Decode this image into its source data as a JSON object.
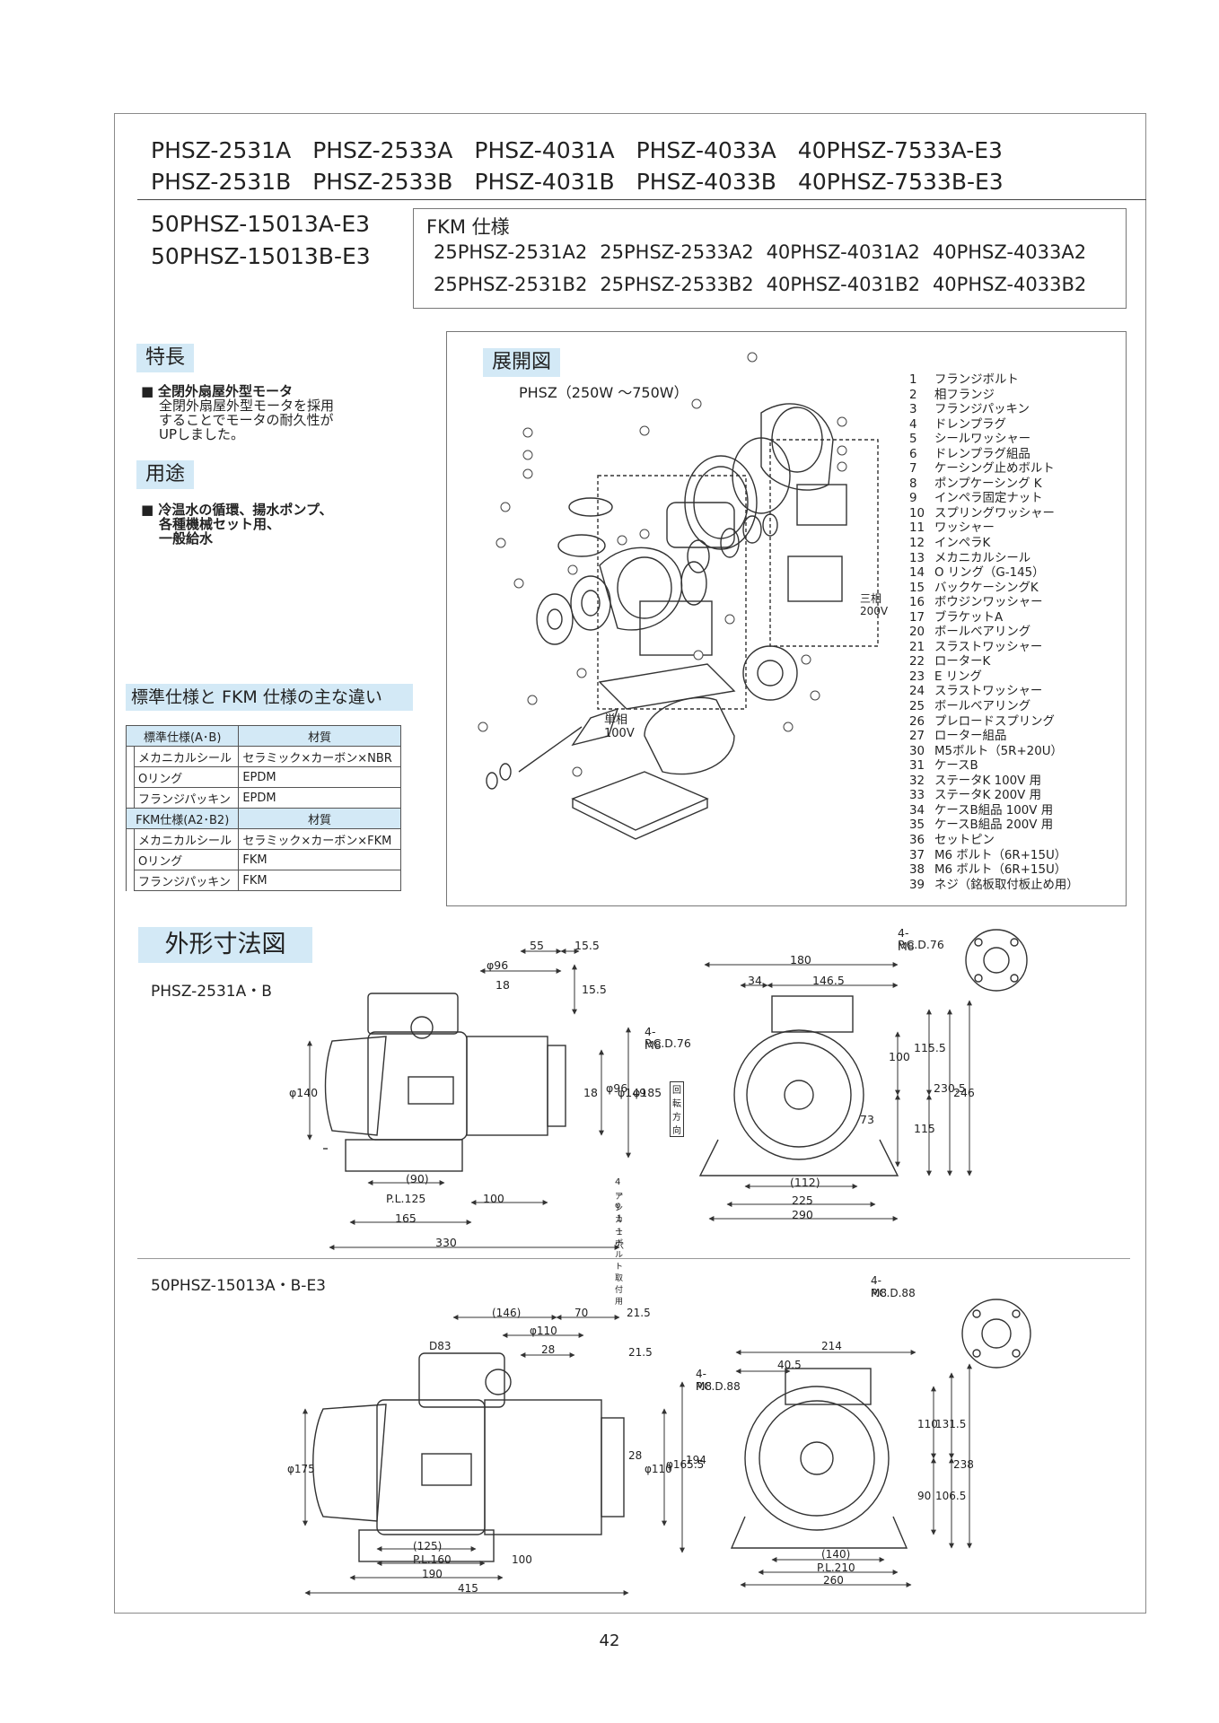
{
  "header": {
    "models_row1": [
      "PHSZ-2531A",
      "PHSZ-2533A",
      "PHSZ-4031A",
      "PHSZ-4033A",
      "40PHSZ-7533A-E3"
    ],
    "models_row2": [
      "PHSZ-2531B",
      "PHSZ-2533B",
      "PHSZ-4031B",
      "PHSZ-4033B",
      "40PHSZ-7533B-E3"
    ],
    "model_50a": "50PHSZ-15013A-E3",
    "model_50b": "50PHSZ-15013B-E3",
    "fkm_title": "FKM 仕様",
    "fkm_row1": [
      "25PHSZ-2531A2",
      "25PHSZ-2533A2",
      "40PHSZ-4031A2",
      "40PHSZ-4033A2"
    ],
    "fkm_row2": [
      "25PHSZ-2531B2",
      "25PHSZ-2533B2",
      "40PHSZ-4031B2",
      "40PHSZ-4033B2"
    ]
  },
  "features": {
    "tag": "特長",
    "bullet": "■",
    "title": "全閉外扇屋外型モータ",
    "lines": [
      "全閉外扇屋外型モータを採用",
      "することでモータの耐久性が",
      "UPしました。"
    ]
  },
  "usage": {
    "tag": "用途",
    "bullet": "■",
    "lines": [
      "冷温水の循環、揚水ポンプ、",
      "各種機械セット用、",
      "一般給水"
    ]
  },
  "diff": {
    "title": "標準仕様と FKM 仕様の主な違い",
    "std_header": "標準仕様(A･B)",
    "fkm_header": "FKM仕様(A2･B2)",
    "material_header": "材質",
    "std_rows": [
      {
        "part": "メカニカルシール",
        "material": "セラミック×カーボン×NBR"
      },
      {
        "part": "Oリング",
        "material": "EPDM"
      },
      {
        "part": "フランジパッキン",
        "material": "EPDM"
      }
    ],
    "fkm_rows": [
      {
        "part": "メカニカルシール",
        "material": "セラミック×カーボン×FKM"
      },
      {
        "part": "Oリング",
        "material": "FKM"
      },
      {
        "part": "フランジパッキン",
        "material": "FKM"
      }
    ]
  },
  "exploded": {
    "tag": "展開図",
    "subtitle": "PHSZ（250W ～750W）",
    "label_single": [
      "単相",
      "100V"
    ],
    "label_three": [
      "三相",
      "200V"
    ],
    "parts": [
      [
        "1",
        "フランジボルト"
      ],
      [
        "2",
        "相フランジ"
      ],
      [
        "3",
        "フランジパッキン"
      ],
      [
        "4",
        "ドレンプラグ"
      ],
      [
        "5",
        "シールワッシャー"
      ],
      [
        "6",
        "ドレンプラグ組品"
      ],
      [
        "7",
        "ケーシング止めボルト"
      ],
      [
        "8",
        "ポンプケーシング K"
      ],
      [
        "9",
        "インペラ固定ナット"
      ],
      [
        "10",
        "スプリングワッシャー"
      ],
      [
        "11",
        "ワッシャー"
      ],
      [
        "12",
        "インペラK"
      ],
      [
        "13",
        "メカニカルシール"
      ],
      [
        "14",
        "O リング（G-145）"
      ],
      [
        "15",
        "バックケーシングK"
      ],
      [
        "16",
        "ボウジンワッシャー"
      ],
      [
        "17",
        "ブラケットA"
      ],
      [
        "20",
        "ボールベアリング"
      ],
      [
        "21",
        "スラストワッシャー"
      ],
      [
        "22",
        "ローターK"
      ],
      [
        "23",
        "E リング"
      ],
      [
        "24",
        "スラストワッシャー"
      ],
      [
        "25",
        "ボールベアリング"
      ],
      [
        "26",
        "プレロードスプリング"
      ],
      [
        "27",
        "ローター組品"
      ],
      [
        "30",
        "M5ボルト（5R+20U）"
      ],
      [
        "31",
        "ケースB"
      ],
      [
        "32",
        "ステータK 100V 用"
      ],
      [
        "33",
        "ステータK 200V 用"
      ],
      [
        "34",
        "ケースB組品 100V 用"
      ],
      [
        "35",
        "ケースB組品 200V 用"
      ],
      [
        "36",
        "セットピン"
      ],
      [
        "37",
        "M6 ボルト（6R+15U）"
      ],
      [
        "38",
        "M6 ボルト（6R+15U）"
      ],
      [
        "39",
        "ネジ（銘板取付板止め用）"
      ]
    ]
  },
  "dimensions": {
    "tag": "外形寸法図",
    "model1": "PHSZ-2531A・B",
    "model2": "50PHSZ-15013A・B-E3",
    "d1": {
      "top": [
        "55",
        "15.5",
        "φ96",
        "18",
        "15.5"
      ],
      "side": [
        "φ140",
        "φ96",
        "18",
        "φ149",
        "φ185"
      ],
      "bottom": [
        "(90)",
        "P.L.125",
        "100",
        "165",
        "330"
      ],
      "flange": [
        "4-M8",
        "P.C.D.76"
      ],
      "front_top": [
        "180",
        "34",
        "146.5"
      ],
      "front_right": [
        "100",
        "115.5",
        "230.5",
        "246",
        "73",
        "115"
      ],
      "front_bottom": [
        "(112)",
        "225",
        "290"
      ],
      "anchor": [
        "4－φ１１穴",
        "アンカーボルト取付用"
      ],
      "rotation": "回転方向"
    },
    "d2": {
      "top": [
        "(146)",
        "70",
        "21.5",
        "φ110",
        "28",
        "21.5",
        "D83"
      ],
      "side": [
        "φ175",
        "28",
        "φ110",
        "φ165.5",
        "194"
      ],
      "bottom": [
        "(125)",
        "P.L.160",
        "100",
        "190",
        "415"
      ],
      "flange": [
        "4-M8",
        "P.C.D.88"
      ],
      "front_top": [
        "214",
        "40.5"
      ],
      "front_right": [
        "110",
        "131.5",
        "238",
        "90",
        "106.5"
      ],
      "front_bottom": [
        "(140)",
        "P.L.210",
        "260"
      ]
    }
  },
  "page_number": "42"
}
